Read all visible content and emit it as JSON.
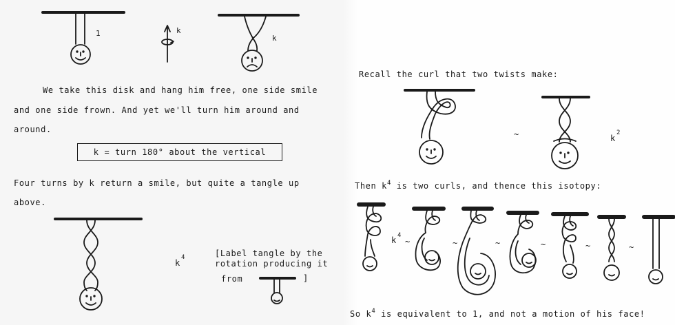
{
  "left": {
    "label_1": "1",
    "label_k_arrow": "k",
    "label_k_top": "k",
    "para1_line1": "We take this disk and hang him free, one side smile",
    "para1_line2": "and one side frown.  And yet we'll turn him around and",
    "para1_line3": "around.",
    "boxed": "k = turn 180° about the vertical",
    "para2_line1": "Four turns by  k  return a smile, but quite a tangle up",
    "para2_line2": "above.",
    "k4_base": "k",
    "k4_exp": "4",
    "note_line1": "[Label tangle by the",
    "note_line2": " rotation producing it",
    "note_from": "from",
    "note_bracket": "]"
  },
  "right": {
    "recall": "Recall the curl that two twists make:",
    "tilde": "~",
    "k2_base": "k",
    "k2_exp": "2",
    "then_pre": "Then  k",
    "then_exp": "4",
    "then_post": " is two curls, and thence this isotopy:",
    "seq_k_base": "k",
    "seq_k_exp": "4",
    "seq_tilde": "~",
    "so_pre": "So  k",
    "so_exp": "4",
    "so_post": " is equivalent to  1,  and not a motion of his face!"
  }
}
